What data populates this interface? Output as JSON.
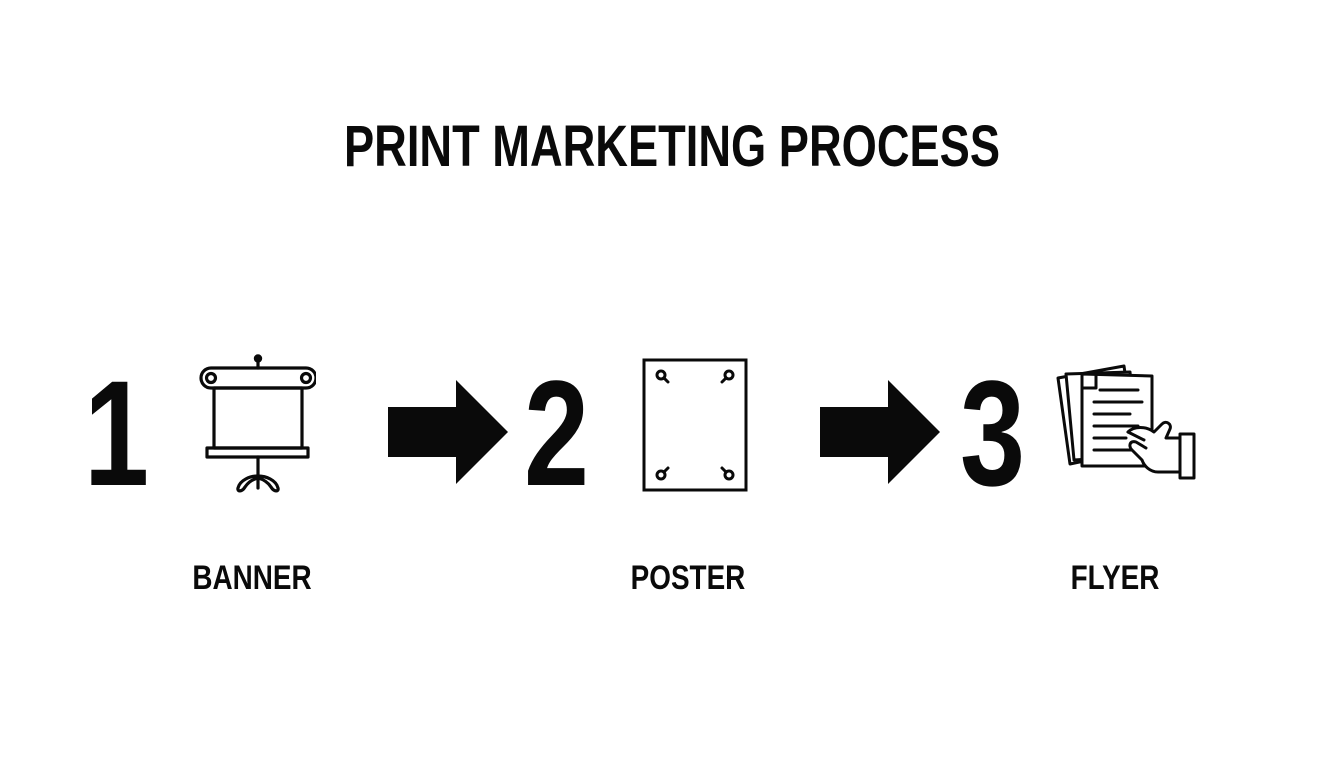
{
  "title": "PRINT MARKETING PROCESS",
  "colors": {
    "ink": "#0a0a0a",
    "background": "#ffffff"
  },
  "steps": [
    {
      "number": "1",
      "label": "BANNER",
      "icon": "banner-stand-icon"
    },
    {
      "number": "2",
      "label": "POSTER",
      "icon": "pinned-poster-icon"
    },
    {
      "number": "3",
      "label": "FLYER",
      "icon": "hand-holding-flyers-icon"
    }
  ],
  "connectors": [
    {
      "from": "1",
      "to": "2",
      "icon": "arrow-right-icon"
    },
    {
      "from": "2",
      "to": "3",
      "icon": "arrow-right-icon"
    }
  ]
}
